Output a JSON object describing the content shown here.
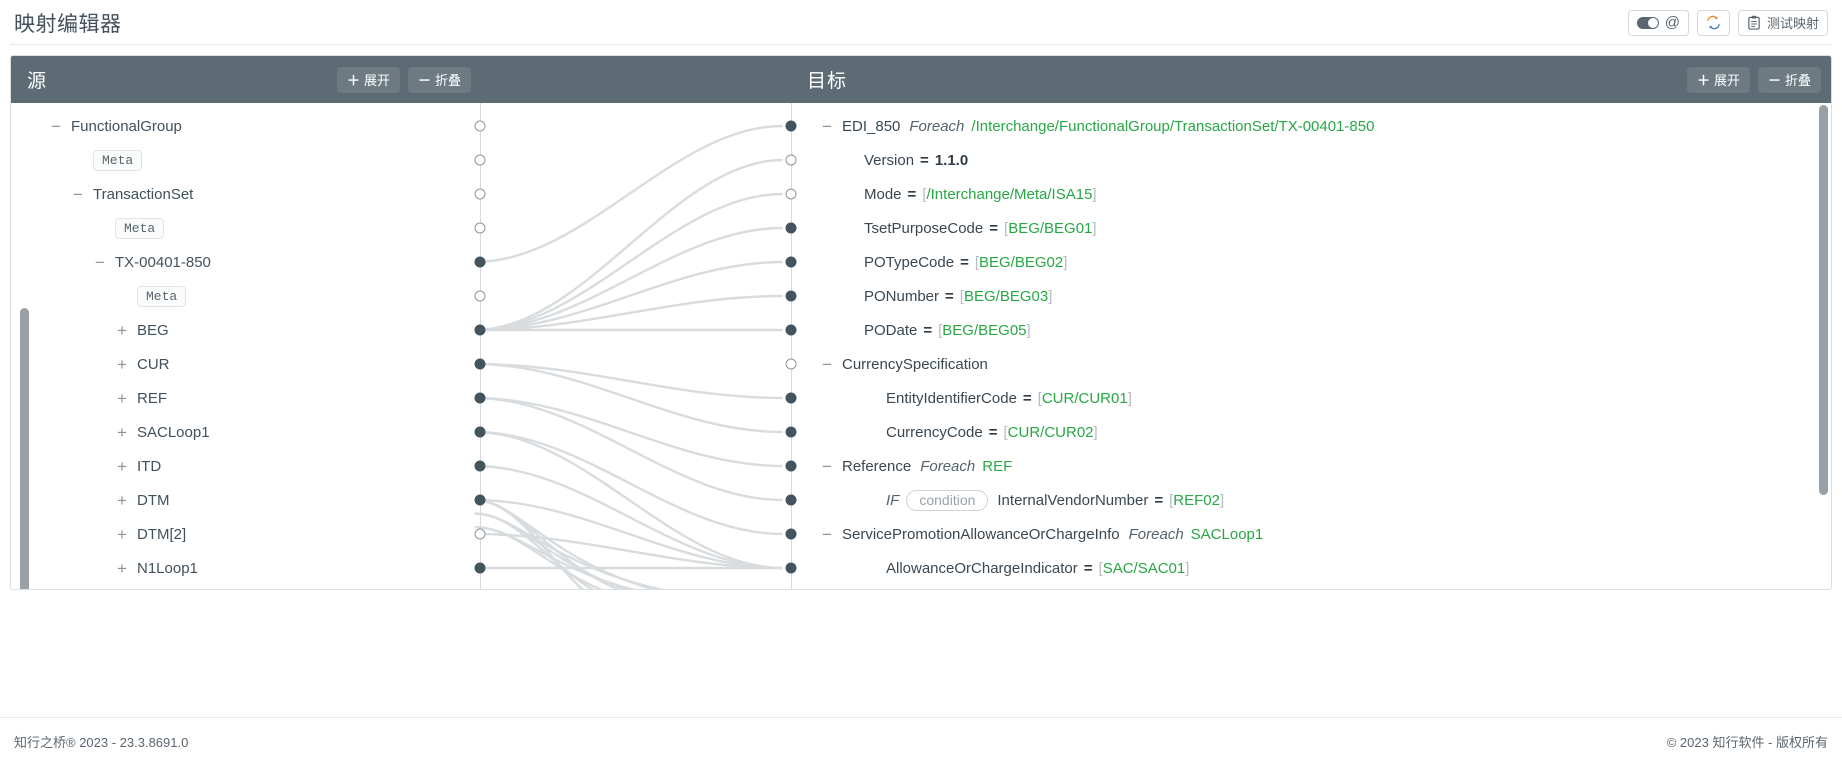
{
  "header": {
    "title": "映射编辑器",
    "actions": {
      "toggle_at_label": "@",
      "toggle_icon": "toggle-switch-icon",
      "refresh_icon": "refresh-sync-icon",
      "test_mapping_label": "测试映射",
      "test_mapping_icon": "clipboard-icon"
    }
  },
  "source_panel": {
    "title": "源",
    "expand_label": "展开",
    "expand_sign": "＋",
    "collapse_label": "折叠",
    "collapse_sign": "－",
    "tree": [
      {
        "label": "FunctionalGroup",
        "twisty": "−",
        "indent": 1,
        "type": "node"
      },
      {
        "label": "Meta",
        "twisty": "",
        "indent": 2,
        "type": "chip"
      },
      {
        "label": "TransactionSet",
        "twisty": "−",
        "indent": 2,
        "type": "node"
      },
      {
        "label": "Meta",
        "twisty": "",
        "indent": 3,
        "type": "chip"
      },
      {
        "label": "TX-00401-850",
        "twisty": "−",
        "indent": 3,
        "type": "node"
      },
      {
        "label": "Meta",
        "twisty": "",
        "indent": 4,
        "type": "chip"
      },
      {
        "label": "BEG",
        "twisty": "+",
        "indent": 4,
        "type": "node"
      },
      {
        "label": "CUR",
        "twisty": "+",
        "indent": 4,
        "type": "node"
      },
      {
        "label": "REF",
        "twisty": "+",
        "indent": 4,
        "type": "node"
      },
      {
        "label": "SACLoop1",
        "twisty": "+",
        "indent": 4,
        "type": "node"
      },
      {
        "label": "ITD",
        "twisty": "+",
        "indent": 4,
        "type": "node"
      },
      {
        "label": "DTM",
        "twisty": "+",
        "indent": 4,
        "type": "node"
      },
      {
        "label": "DTM[2]",
        "twisty": "+",
        "indent": 4,
        "type": "node"
      },
      {
        "label": "N1Loop1",
        "twisty": "+",
        "indent": 4,
        "type": "node"
      }
    ]
  },
  "target_panel": {
    "title": "目标",
    "expand_label": "展开",
    "expand_sign": "＋",
    "collapse_label": "折叠",
    "collapse_sign": "－",
    "rows": [
      {
        "twisty": "−",
        "indent": 0,
        "name": "EDI_850",
        "foreach": "Foreach",
        "foreach_path": "/Interchange/FunctionalGroup/TransactionSet/TX-00401-850",
        "dot": "filled"
      },
      {
        "twisty": "",
        "indent": 1,
        "name": "Version",
        "eq": "=",
        "value_bold": "1.1.0",
        "dot": "hollow"
      },
      {
        "twisty": "",
        "indent": 1,
        "name": "Mode",
        "eq": "=",
        "value_path": "/Interchange/Meta/ISA15",
        "dot": "hollow"
      },
      {
        "twisty": "",
        "indent": 1,
        "name": "TsetPurposeCode",
        "eq": "=",
        "value_path": "BEG/BEG01",
        "dot": "filled"
      },
      {
        "twisty": "",
        "indent": 1,
        "name": "POTypeCode",
        "eq": "=",
        "value_path": "BEG/BEG02",
        "dot": "filled"
      },
      {
        "twisty": "",
        "indent": 1,
        "name": "PONumber",
        "eq": "=",
        "value_path": "BEG/BEG03",
        "dot": "filled"
      },
      {
        "twisty": "",
        "indent": 1,
        "name": "PODate",
        "eq": "=",
        "value_path": "BEG/BEG05",
        "dot": "filled"
      },
      {
        "twisty": "−",
        "indent": 0,
        "name": "CurrencySpecification",
        "dot": "hollow"
      },
      {
        "twisty": "",
        "indent": 2,
        "name": "EntityIdentifierCode",
        "eq": "=",
        "value_path": "CUR/CUR01",
        "dot": "filled"
      },
      {
        "twisty": "",
        "indent": 2,
        "name": "CurrencyCode",
        "eq": "=",
        "value_path": "CUR/CUR02",
        "dot": "filled"
      },
      {
        "twisty": "−",
        "indent": 0,
        "name": "Reference",
        "foreach": "Foreach",
        "foreach_plain": "REF",
        "dot": "filled"
      },
      {
        "twisty": "",
        "indent": 2,
        "if_kw": "IF",
        "condition": "condition",
        "name": "InternalVendorNumber",
        "eq": "=",
        "value_path": "REF02",
        "dot": "filled"
      },
      {
        "twisty": "−",
        "indent": 0,
        "name": "ServicePromotionAllowanceOrChargeInfo",
        "foreach": "Foreach",
        "foreach_plain": "SACLoop1",
        "dot": "filled"
      },
      {
        "twisty": "",
        "indent": 2,
        "name": "AllowanceOrChargeIndicator",
        "eq": "=",
        "value_path": "SAC/SAC01",
        "dot": "filled"
      }
    ]
  },
  "footer": {
    "left": "知行之桥® 2023 - 23.3.8691.0",
    "right": "© 2023 知行软件 - 版权所有"
  },
  "colors": {
    "panel_header": "#5d6c74",
    "path_green": "#28a745",
    "dot_filled": "#44545f",
    "link_gray": "#d9dcde"
  }
}
